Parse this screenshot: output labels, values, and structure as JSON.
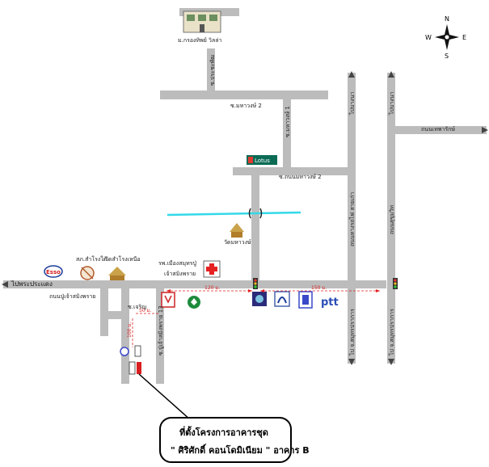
{
  "compass": {
    "n": "N",
    "s": "S",
    "e": "E",
    "w": "W"
  },
  "places": {
    "school_top": "ม.กรองทิพย์ วิลล่า",
    "lotus_sign": "Lotus",
    "wat_mahawong": "วัดมหาวงษ์",
    "hospital_line1": "รพ.เมืองสมุทรปู่",
    "hospital_line2": "เจ้าสมิงพราย",
    "police": "สภ.สำโรงใต้",
    "wat_samrong": "วัดสำโรงเหนือ",
    "esso": "Esso",
    "ptt": "ptt"
  },
  "roads": {
    "soi_prachaphat": "ซ.ประชะพัฒ",
    "soi_mahawong2": "ซ.มหาวงษ์ 2",
    "soi_mahawong1": "ซ.มหาวงษ์ 1",
    "soi_tanonmahawong2": "ซ.ถนนมหาวงษ์ 2",
    "bangna_upper": "ไปบางนา",
    "bangna_right": "ไปบางนา",
    "thepharak": "ถนนเทพารักษ์",
    "railway_rd": "ถนนทางรถไฟ สายเก่า",
    "sukhumvit_rd": "ถนนสุขุมวิท",
    "to_samut_prakan_left": "ไป จ.สมุทรปราการ",
    "to_samut_prakan_right": "ไป จ.สมุทรปราการ",
    "to_phra_pradaeng": "ไปพระประแดง",
    "puchao_rd": "ถนนปู่เจ้าสมิงพราย",
    "soi_sapwan": "ซ.เจริญ",
    "soi_puchao13": "ซ.ปู่เจ้าสมิงพราย 13"
  },
  "distances": {
    "d1": "120 ม.",
    "d2": "150 ม.",
    "d3": "50 ม.",
    "d4": "100 ม."
  },
  "callout": {
    "title": "ที่ตั้งโครงการอาคารชุด",
    "name": "\" ศิริศักดิ์ คอนโดมิเนียม \" อาคาร B"
  },
  "colors": {
    "road": "#bcbcbc",
    "canal": "#33d9e8",
    "distance_line": "#e02020",
    "site_marker": "#d81e1e",
    "hospital_cross": "#e52222"
  }
}
